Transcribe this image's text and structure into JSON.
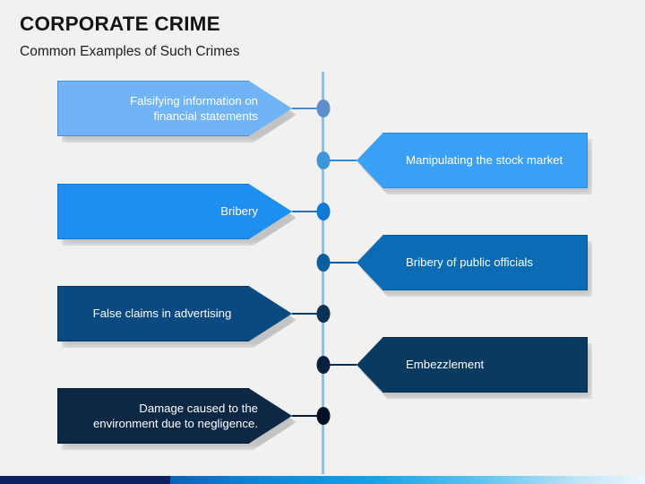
{
  "header": {
    "title": "CORPORATE CRIME",
    "subtitle": "Common Examples of Such Crimes"
  },
  "colors": {
    "background": "#f1f1f1",
    "timeline_line": "#7fc4f5",
    "title_text": "#141414",
    "shape_text": "#ffffff",
    "footer_navy": "#0d2060"
  },
  "timeline": {
    "items": [
      {
        "label": "Falsifying information on\nfinancial statements",
        "side": "left",
        "fill": "#70b4f5",
        "border": "#4a8fd4",
        "dot": "#5b8fc9",
        "connector": "#4a8fd4",
        "align": "right"
      },
      {
        "label": "Manipulating the stock market",
        "side": "right",
        "fill": "#3aa0f5",
        "border": "#2b8ae0",
        "dot": "#3d96d8",
        "connector": "#3a86c8",
        "align": "left"
      },
      {
        "label": "Bribery",
        "side": "left",
        "fill": "#1f8ef1",
        "border": "#1576cc",
        "dot": "#0f7ad4",
        "connector": "#1576cc",
        "align": "right"
      },
      {
        "label": "Bribery of public officials",
        "side": "right",
        "fill": "#0b6cb5",
        "border": "#085a99",
        "dot": "#0b5f9e",
        "connector": "#0a5a96",
        "align": "left"
      },
      {
        "label": "False claims in advertising",
        "side": "left",
        "fill": "#0a4a80",
        "border": "#073a66",
        "dot": "#0a3255",
        "connector": "#073a66",
        "align": "center"
      },
      {
        "label": "Embezzlement",
        "side": "right",
        "fill": "#0b3a60",
        "border": "#082c4a",
        "dot": "#08203c",
        "connector": "#0a2c4c",
        "align": "left"
      },
      {
        "label": "Damage caused to the\nenvironment due to negligence.",
        "side": "left",
        "fill": "#0d2844",
        "border": "#091d33",
        "dot": "#050f24",
        "connector": "#0a1a30",
        "align": "right"
      }
    ]
  },
  "footer": {
    "navy_width": "190",
    "gradient_label": "blue-gradient-bar"
  }
}
